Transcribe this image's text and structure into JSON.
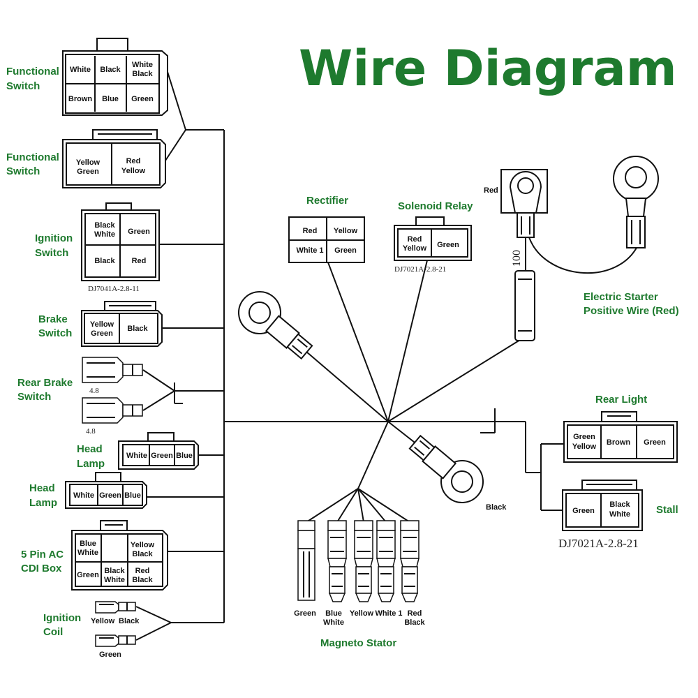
{
  "title": "Wire Diagram",
  "components": {
    "functional_switch_1": {
      "label": [
        "Functional",
        "Switch"
      ],
      "cells": [
        "White",
        "Black",
        "White Black",
        "Brown",
        "Blue",
        "Green"
      ]
    },
    "functional_switch_2": {
      "label": [
        "Functional",
        "Switch"
      ],
      "cells": [
        "Yellow Green",
        "Red Yellow"
      ]
    },
    "ignition_switch": {
      "label": [
        "Ignition",
        "Switch"
      ],
      "cells": [
        "Black White",
        "Green",
        "Black",
        "Red"
      ],
      "code": "DJ7041A-2.8-11"
    },
    "brake_switch": {
      "label": [
        "Brake",
        "Switch"
      ],
      "cells": [
        "Yellow Green",
        "Black"
      ]
    },
    "rear_brake_switch": {
      "label": [
        "Rear Brake",
        "Switch"
      ],
      "codes": [
        "4.8",
        "4.8"
      ]
    },
    "head_lamp_1": {
      "label": [
        "Head",
        "Lamp"
      ],
      "cells": [
        "White",
        "Green",
        "Blue"
      ]
    },
    "head_lamp_2": {
      "label": [
        "Head",
        "Lamp"
      ],
      "cells": [
        "White",
        "Green",
        "Blue"
      ]
    },
    "cdi_box": {
      "label": [
        "5 Pin AC",
        "CDI Box"
      ],
      "cells": [
        "Blue White",
        "",
        "Yellow Black",
        "Green",
        "Black White",
        "Red Black"
      ]
    },
    "ignition_coil": {
      "label": [
        "Ignition",
        "Coil"
      ],
      "wires": [
        "Yellow",
        "Black",
        "Green"
      ]
    },
    "rectifier": {
      "label": "Rectifier",
      "cells": [
        "Red",
        "Yellow",
        "White 1",
        "Green"
      ]
    },
    "solenoid_relay": {
      "label": "Solenoid Relay",
      "cells": [
        "Red Yellow",
        "Green"
      ],
      "code": "DJ7021A-2.8-21"
    },
    "electric_starter": {
      "label": [
        "Electric Starter",
        "Positive Wire (Red)"
      ],
      "wire": "Red",
      "fuse": "100"
    },
    "ground": {
      "wire": "Black"
    },
    "rear_light": {
      "label": "Rear Light",
      "cells": [
        "Green Yellow",
        "Brown",
        "Green"
      ]
    },
    "stall": {
      "label": "Stall",
      "cells": [
        "Green",
        "Black White"
      ],
      "code": "DJ7021A-2.8-21"
    },
    "magneto_stator": {
      "label": "Magneto Stator",
      "wires": [
        "Green",
        "Blue White",
        "Yellow",
        "White 1",
        "Red Black"
      ]
    }
  },
  "colors": {
    "label_green": "#1e7a2e",
    "line": "#111111"
  }
}
